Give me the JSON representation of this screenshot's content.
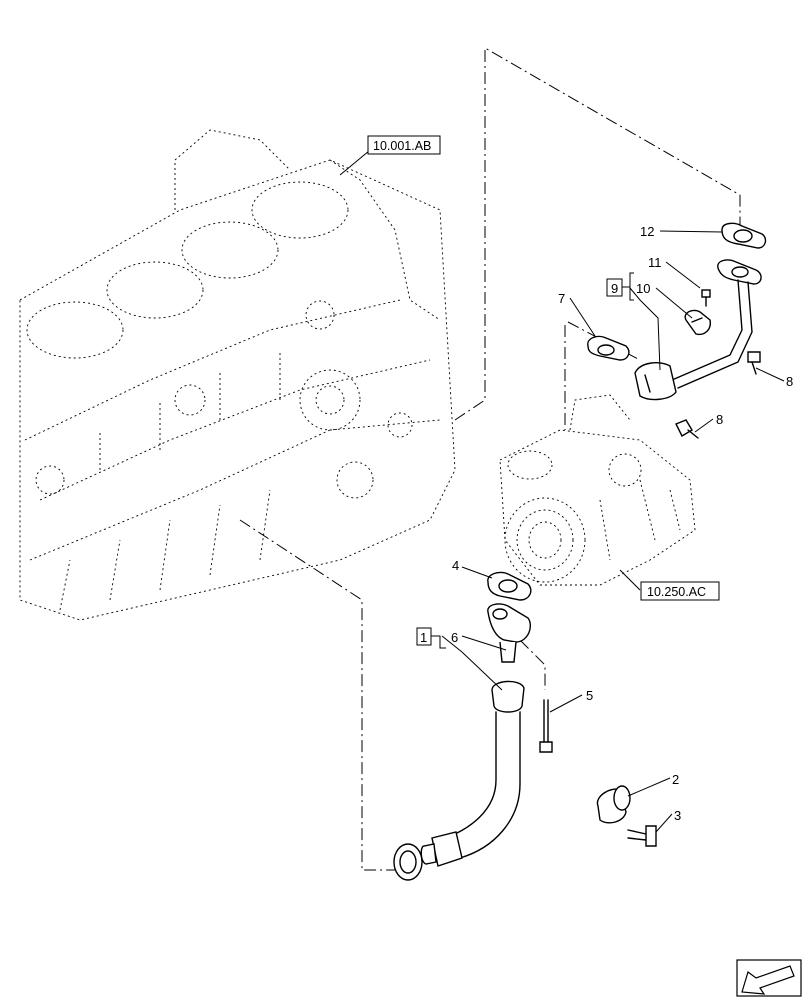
{
  "diagram": {
    "callouts": [
      {
        "id": "c1",
        "label": "1",
        "boxed": true
      },
      {
        "id": "c2",
        "label": "2",
        "boxed": false
      },
      {
        "id": "c3",
        "label": "3",
        "boxed": false
      },
      {
        "id": "c4",
        "label": "4",
        "boxed": false
      },
      {
        "id": "c5",
        "label": "5",
        "boxed": false
      },
      {
        "id": "c6",
        "label": "6",
        "boxed": false
      },
      {
        "id": "c7",
        "label": "7",
        "boxed": false
      },
      {
        "id": "c8a",
        "label": "8",
        "boxed": false
      },
      {
        "id": "c8b",
        "label": "8",
        "boxed": false
      },
      {
        "id": "c9",
        "label": "9",
        "boxed": true
      },
      {
        "id": "c10",
        "label": "10",
        "boxed": false
      },
      {
        "id": "c11",
        "label": "11",
        "boxed": false
      },
      {
        "id": "c12",
        "label": "12",
        "boxed": false
      }
    ],
    "references": [
      {
        "id": "engine-block",
        "label": "10.001.AB"
      },
      {
        "id": "turbocharger",
        "label": "10.250.AC"
      }
    ],
    "nav_icon": "previous-page-arrow-icon"
  }
}
